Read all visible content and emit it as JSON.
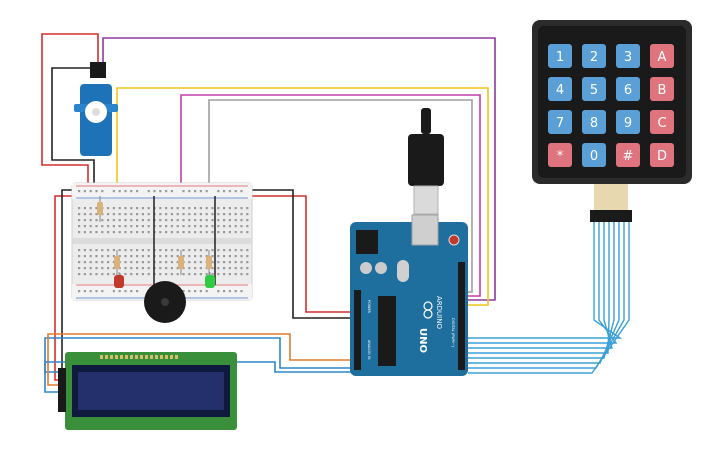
{
  "keypad": {
    "rows": [
      [
        "1",
        "2",
        "3",
        "A"
      ],
      [
        "4",
        "5",
        "6",
        "B"
      ],
      [
        "7",
        "8",
        "9",
        "C"
      ],
      [
        "*",
        "0",
        "#",
        "D"
      ]
    ],
    "digit_color": "#5a9fd6",
    "letter_color": "#e0747e"
  },
  "arduino": {
    "model": "UNO",
    "brand": "ARDUINO",
    "board_color": "#1f6f9e",
    "digital_label": "DIGITAL (PWM~)",
    "analog_label": "ANALOG IN",
    "power_label": "POWER"
  },
  "wire_colors": {
    "red": "#d32f2f",
    "black": "#222222",
    "purple": "#8e3a9e",
    "yellow": "#f0c419",
    "magenta": "#c43fa8",
    "gray": "#9e9e9e",
    "blue": "#2e86c9",
    "orange": "#e07b2a",
    "keypad_bus": "#3aa0d8"
  },
  "components": {
    "led_red": "#c0392b",
    "led_green": "#2ecc40",
    "lcd_board": "#3a8f3a",
    "lcd_screen": "#23306b",
    "servo_body": "#1e72b8"
  }
}
